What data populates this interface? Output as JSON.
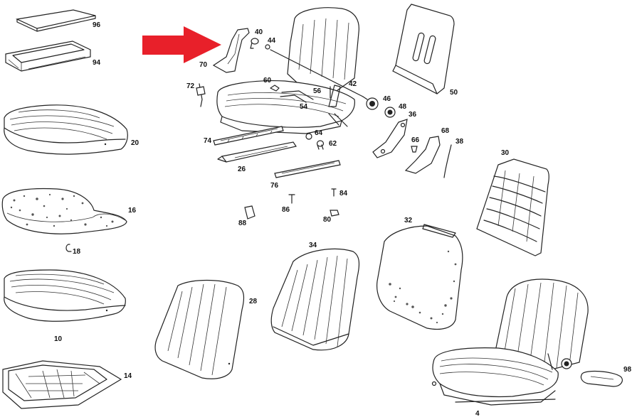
{
  "diagram": {
    "arrow_color": "#e8202a",
    "labels": {
      "p96": "96",
      "p94": "94",
      "p20": "20",
      "p16": "16",
      "p18": "18",
      "p10": "10",
      "p14": "14",
      "p70": "70",
      "p40": "40",
      "p44": "44",
      "p60": "60",
      "p72": "72",
      "p56": "56",
      "p42": "42",
      "p54": "54",
      "p46": "46",
      "p48": "48",
      "p36": "36",
      "p50": "50",
      "p64": "64",
      "p62": "62",
      "p66": "66",
      "p68": "68",
      "p38": "38",
      "p74": "74",
      "p26": "26",
      "p76": "76",
      "p30": "30",
      "p84": "84",
      "p86": "86",
      "p88": "88",
      "p80": "80",
      "p32": "32",
      "p34": "34",
      "p28": "28",
      "p4": "4",
      "p98": "98"
    }
  }
}
